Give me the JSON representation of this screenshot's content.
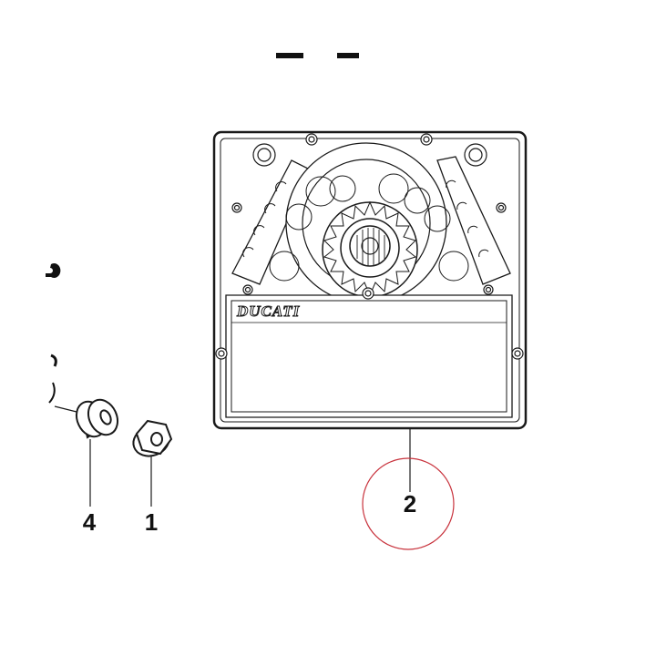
{
  "diagram": {
    "brand_text": "DUCATI",
    "callouts": [
      {
        "id": "cover",
        "label": "2"
      },
      {
        "id": "spacer",
        "label": "4"
      },
      {
        "id": "nut",
        "label": "1"
      }
    ],
    "colors": {
      "line": "#1a1a1a",
      "highlight_circle": "#c8323c",
      "panel_fill": "#ffffff"
    }
  }
}
